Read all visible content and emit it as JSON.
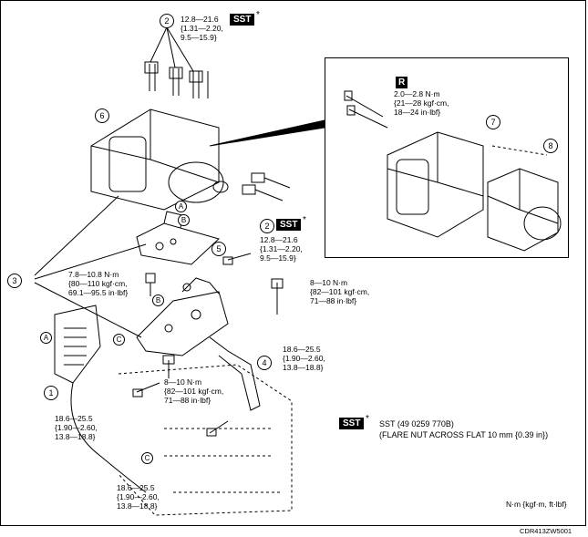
{
  "torque": {
    "t_top": [
      "12.8—21.6",
      "{1.31—2.20,",
      "9.5—15.9}"
    ],
    "t_right": [
      "12.8—21.6",
      "{1.31—2.20,",
      "9.5—15.9}"
    ],
    "t_inset": [
      "2.0—2.8 N·m",
      "{21—28 kgf·cm,",
      "18—24 in·lbf}"
    ],
    "t_left": [
      "7.8—10.8 N·m",
      "{80—110 kgf·cm,",
      "69.1—95.5 in·lbf}"
    ],
    "t_mid_right": [
      "8—10 N·m",
      "{82—101 kgf·cm,",
      "71—88 in·lbf}"
    ],
    "t_mid": [
      "8—10 N·m",
      "{82—101 kgf·cm,",
      "71—88 in·lbf}"
    ],
    "t_right_low": [
      "18.6—25.5",
      "{1.90—2.60,",
      "13.8—18.8}"
    ],
    "t_left_low": [
      "18.6—25.5",
      "{1.90—2.60,",
      "13.8—18.8}"
    ],
    "t_bottom": [
      "18.6—25.5",
      "{1.90—2.60,",
      "13.8—18.8}"
    ]
  },
  "callouts": {
    "c1": "1",
    "c2a": "2",
    "c2b": "2",
    "c3": "3",
    "c4": "4",
    "c5": "5",
    "c6": "6",
    "c7": "7",
    "c8": "8"
  },
  "letters": {
    "a_top": "A",
    "a_left": "A",
    "b_top": "B",
    "b_low": "B",
    "c_left": "C",
    "c_bottom": "C"
  },
  "badges": {
    "sst": "SST",
    "r": "R",
    "star": "*"
  },
  "legend": {
    "line1": "SST (49 0259 770B)",
    "line2": "(FLARE NUT ACROSS FLAT 10 mm {0.39 in})"
  },
  "units": "N·m {kgf·m, ft·lbf}",
  "code": "CDR413ZW5001"
}
